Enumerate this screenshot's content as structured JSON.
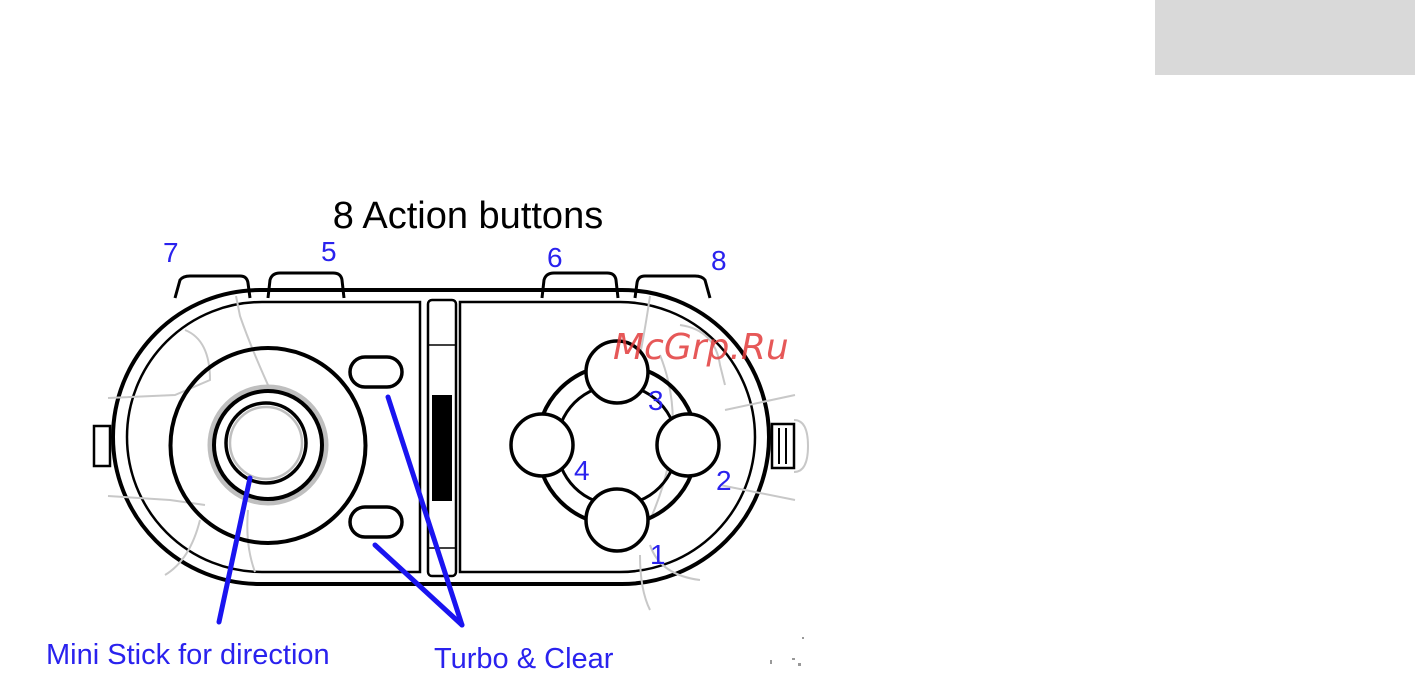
{
  "title": "8 Action buttons",
  "watermark": "McGrp.Ru",
  "callouts": {
    "stick": "Mini Stick for direction",
    "turbo": "Turbo & Clear"
  },
  "button_labels": {
    "b1": "1",
    "b2": "2",
    "b3": "3",
    "b4": "4",
    "b5": "5",
    "b6": "6",
    "b7": "7",
    "b8": "8"
  },
  "colors": {
    "label": "#2a22ee",
    "pointer": "#1a14f0",
    "outline": "#000000",
    "watermark": "#e23b3b",
    "corner_box": "#d9d9d9"
  }
}
